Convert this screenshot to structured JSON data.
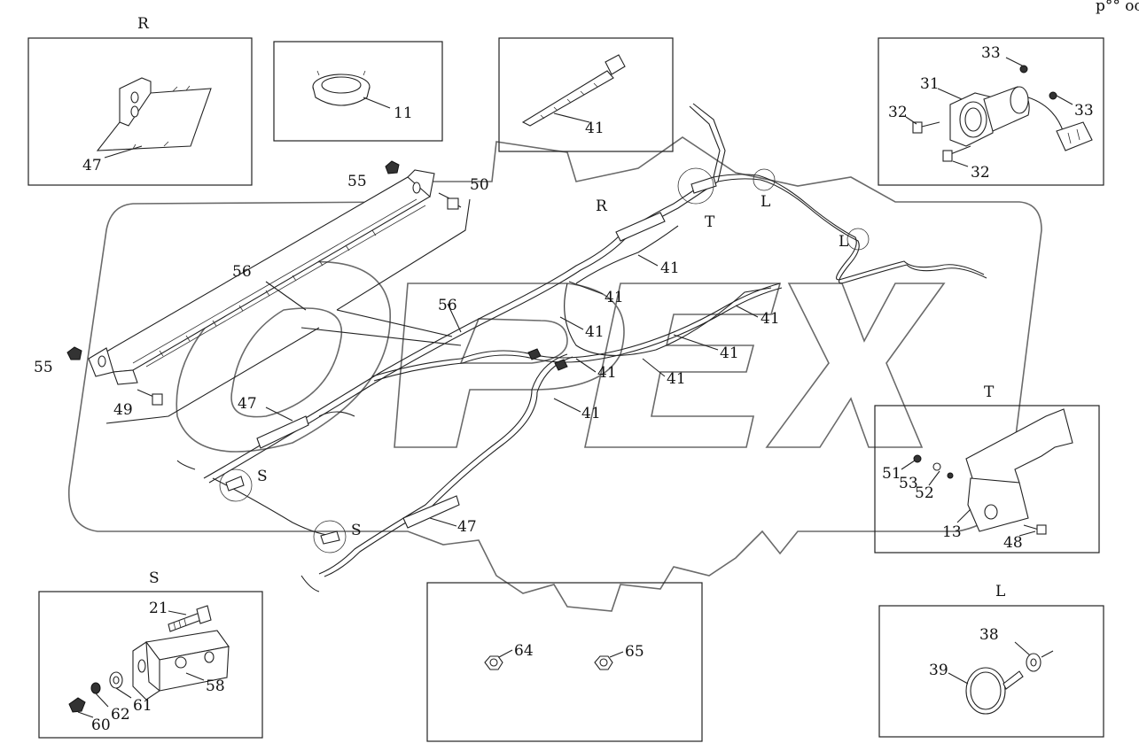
{
  "corner_mark": "p°° ooo",
  "watermark": {
    "text": "OPEX"
  },
  "detail_boxes": {
    "R": {
      "title": "R",
      "parts": [
        "47"
      ]
    },
    "top_center_1": {
      "parts": [
        "11"
      ]
    },
    "top_center_2": {
      "parts": [
        "41"
      ]
    },
    "top_right": {
      "parts": [
        "33",
        "31",
        "32",
        "33",
        "32"
      ]
    },
    "T": {
      "title": "T",
      "parts": [
        "51",
        "53",
        "52",
        "13",
        "48"
      ]
    },
    "S": {
      "title": "S",
      "parts": [
        "21",
        "58",
        "61",
        "62",
        "60"
      ]
    },
    "bottom_center": {
      "parts": [
        "64",
        "65"
      ]
    },
    "L": {
      "title": "L",
      "parts": [
        "38",
        "39"
      ]
    }
  },
  "main_labels": {
    "p55_top": "55",
    "p50": "50",
    "p56_left": "56",
    "p56_mid": "56",
    "p55_left": "55",
    "p49": "49",
    "p47_mid": "47",
    "p47_bottom": "47",
    "r": "R",
    "t": "T",
    "l_top": "L",
    "l_mid": "L",
    "s_left": "S",
    "s_bottom": "S",
    "w41_a": "41",
    "w41_b": "41",
    "w41_c": "41",
    "w41_d": "41",
    "w41_e": "41",
    "w41_f": "41",
    "w41_g": "41",
    "w41_h": "41"
  }
}
